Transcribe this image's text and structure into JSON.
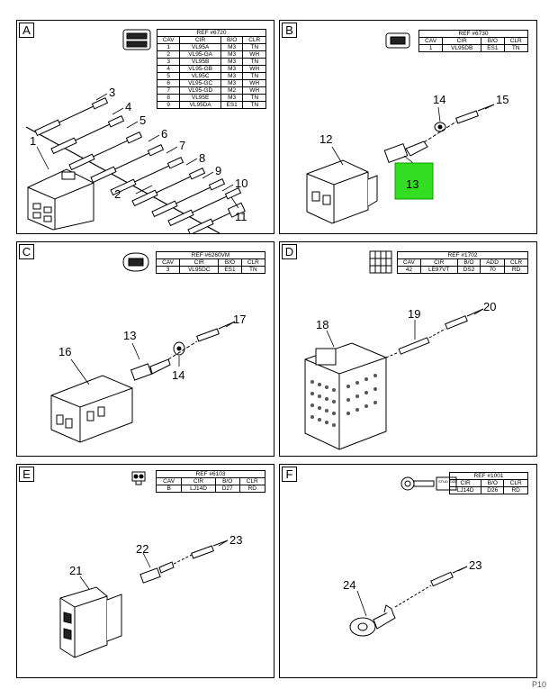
{
  "panels": {
    "A": {
      "label": "A",
      "ref": "REF #6720",
      "headers": [
        "CAV",
        "CIR",
        "B/O",
        "CLR"
      ],
      "rows": [
        [
          "1",
          "VL95A",
          "M3",
          "TN"
        ],
        [
          "2",
          "VL95-GA",
          "M3",
          "WH"
        ],
        [
          "3",
          "VL95B",
          "M3",
          "TN"
        ],
        [
          "4",
          "VL95-GB",
          "M3",
          "WH"
        ],
        [
          "5",
          "VL95C",
          "M3",
          "TN"
        ],
        [
          "6",
          "VL95-GC",
          "M3",
          "WH"
        ],
        [
          "7",
          "VL95-GD",
          "M2",
          "WH"
        ],
        [
          "8",
          "VL95E",
          "M3",
          "TN"
        ],
        [
          "9",
          "VL95DA",
          "ES1",
          "TN"
        ]
      ],
      "callouts": [
        "1",
        "2",
        "3",
        "4",
        "5",
        "6",
        "7",
        "8",
        "9",
        "10",
        "11"
      ]
    },
    "B": {
      "label": "B",
      "ref": "REF #6730",
      "headers": [
        "CAV",
        "CIR",
        "B/O",
        "CLR"
      ],
      "rows": [
        [
          "1",
          "VL95DB",
          "ES1",
          "TN"
        ]
      ],
      "callouts": [
        "12",
        "13",
        "14",
        "15"
      ],
      "highlight": {
        "label": "13",
        "color": "#33dd22"
      }
    },
    "C": {
      "label": "C",
      "ref": "REF #6260VM",
      "headers": [
        "CAV",
        "CIR",
        "B/O",
        "CLR"
      ],
      "rows": [
        [
          "3",
          "VL95DC",
          "ES1",
          "TN"
        ]
      ],
      "callouts": [
        "16",
        "13",
        "14",
        "17"
      ]
    },
    "D": {
      "label": "D",
      "ref": "REF #1702",
      "headers": [
        "CAV",
        "CIR",
        "B/O",
        "ADD",
        "CLR"
      ],
      "rows": [
        [
          "42",
          "LE97VT",
          "DS2",
          "70",
          "RD"
        ]
      ],
      "callouts": [
        "18",
        "19",
        "20"
      ]
    },
    "E": {
      "label": "E",
      "ref": "REF #6103",
      "headers": [
        "CAV",
        "CIR",
        "B/O",
        "CLR"
      ],
      "rows": [
        [
          "B",
          "LJ14D",
          "D27",
          "RD"
        ]
      ],
      "callouts": [
        "21",
        "22",
        "23"
      ]
    },
    "F": {
      "label": "F",
      "ref": "REF #1001",
      "headers": [
        "CIR",
        "B/O",
        "CLR"
      ],
      "rows": [
        [
          "LJ14D",
          "D26",
          "RD"
        ]
      ],
      "icon_text": "STUD SIZE",
      "callouts": [
        "24",
        "23"
      ]
    }
  },
  "page_number": "P10"
}
